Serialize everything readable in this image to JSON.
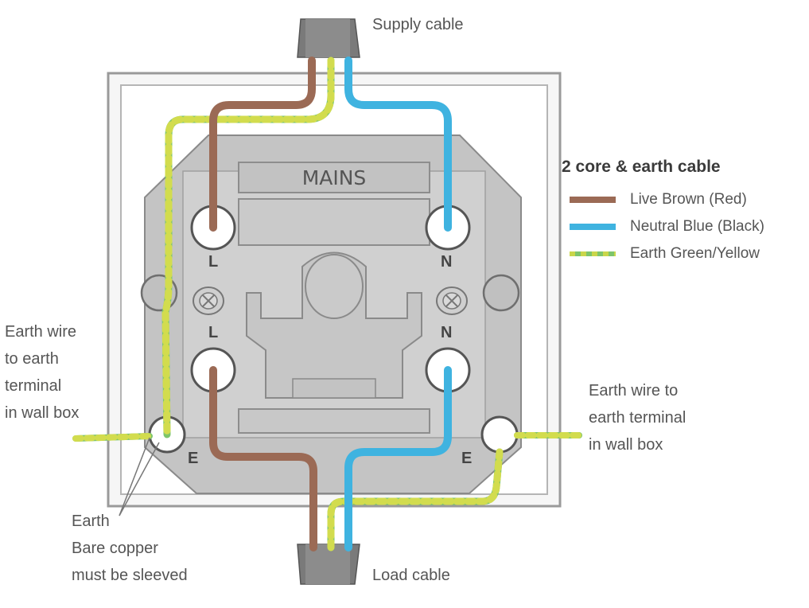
{
  "mains_label": "MAINS",
  "terminals": {
    "live_top": "L",
    "neutral_top": "N",
    "live_bottom": "L",
    "neutral_bottom": "N",
    "earth_left": "E",
    "earth_right": "E"
  },
  "labels": {
    "supply_cable": "Supply cable",
    "load_cable": "Load cable",
    "earth_left": [
      "Earth wire",
      "to earth",
      "terminal",
      "in wall box"
    ],
    "earth_right": [
      "Earth wire to",
      "earth terminal",
      "in wall box"
    ],
    "bare_copper": [
      "Earth",
      "Bare copper",
      "must be sleeved"
    ]
  },
  "legend": {
    "title": "2 core & earth cable",
    "items": [
      {
        "label": "Live Brown (Red)",
        "color": "#9b6a55"
      },
      {
        "label": "Neutral Blue (Black)",
        "color": "#3fb3e0"
      },
      {
        "label": "Earth Green/Yellow",
        "color": "#b8d44a"
      }
    ]
  },
  "colors": {
    "live": "#9b6a55",
    "neutral": "#3fb3e0",
    "earth_green": "#7dc56b",
    "earth_yellow": "#d2dc4e",
    "plate": "#c7c7c7",
    "frame": "#f4f4f4"
  }
}
